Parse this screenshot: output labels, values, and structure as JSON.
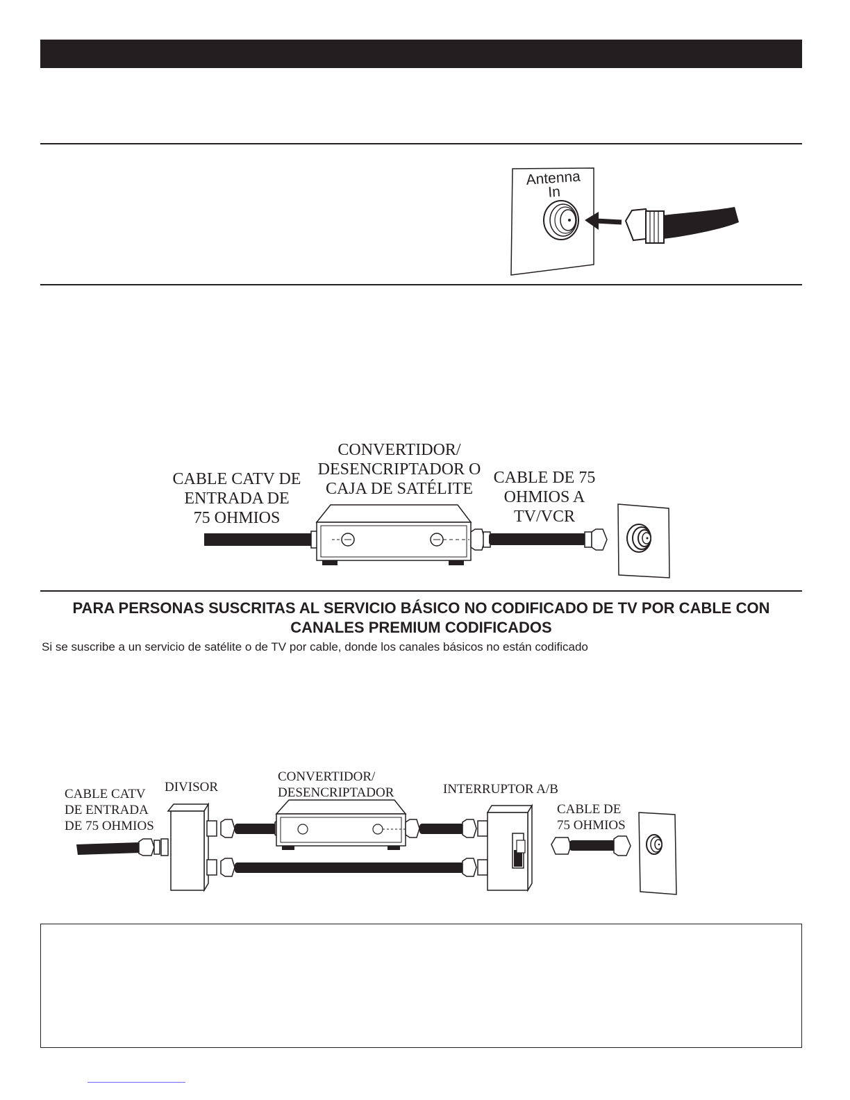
{
  "antenna_diagram": {
    "jack_label_line1": "Antenna",
    "jack_label_line2": "In"
  },
  "converter_diagram": {
    "input_cable_label": [
      "CABLE CATV DE",
      "ENTRADA DE",
      "75 OHMIOS"
    ],
    "converter_label": [
      "CONVERTIDOR/",
      "DESENCRIPTADOR O",
      "CAJA DE SATÉLITE"
    ],
    "output_cable_label": [
      "CABLE DE 75",
      "OHMIOS A",
      "TV/VCR"
    ]
  },
  "premium_section": {
    "title_line1": "PARA PERSONAS SUSCRITAS AL SERVICIO BÁSICO NO CODIFICADO DE TV POR CABLE CON",
    "title_line2": "CANALES PREMIUM CODIFICADOS",
    "body": "Si se suscribe a un servicio de satélite o de TV por cable, donde los canales básicos no están codificado"
  },
  "splitter_diagram": {
    "input_cable_label": [
      "CABLE CATV",
      "DE ENTRADA",
      "DE 75 OHMIOS"
    ],
    "splitter_label": "DIVISOR",
    "converter_label": [
      "CONVERTIDOR/",
      "DESENCRIPTADOR"
    ],
    "switch_label": "INTERRUPTOR A/B",
    "output_cable_label": [
      "CABLE DE",
      "75 OHMIOS"
    ]
  }
}
